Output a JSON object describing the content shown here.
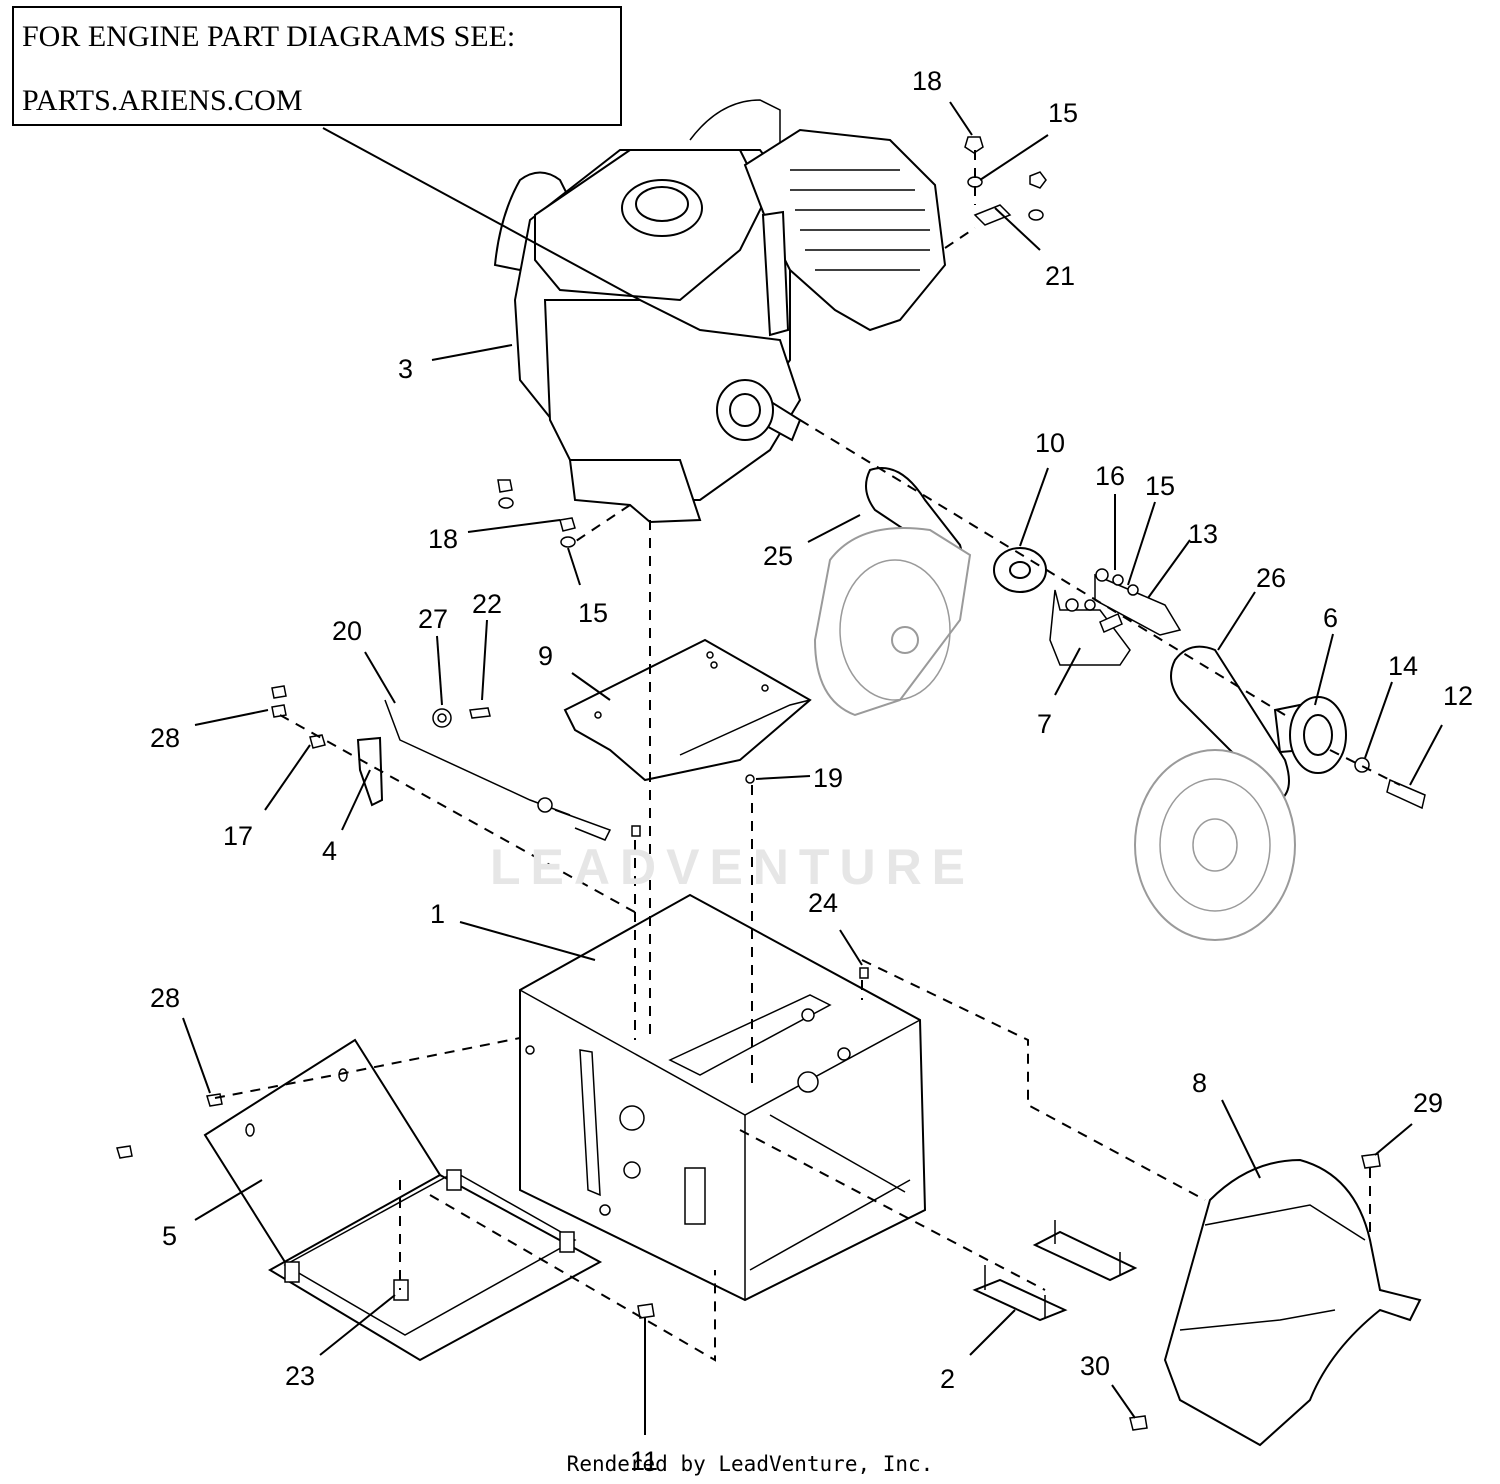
{
  "note": {
    "line1": "FOR ENGINE PART DIAGRAMS SEE:",
    "line2": "PARTS.ARIENS.COM"
  },
  "watermark": "LEADVENTURE",
  "footer": "Rendered by LeadVenture, Inc.",
  "callouts": [
    "18",
    "15",
    "21",
    "3",
    "10",
    "16",
    "15",
    "13",
    "25",
    "26",
    "6",
    "14",
    "12",
    "18",
    "15",
    "20",
    "27",
    "22",
    "9",
    "28",
    "17",
    "4",
    "7",
    "19",
    "1",
    "24",
    "28",
    "8",
    "29",
    "5",
    "23",
    "2",
    "11",
    "30"
  ]
}
